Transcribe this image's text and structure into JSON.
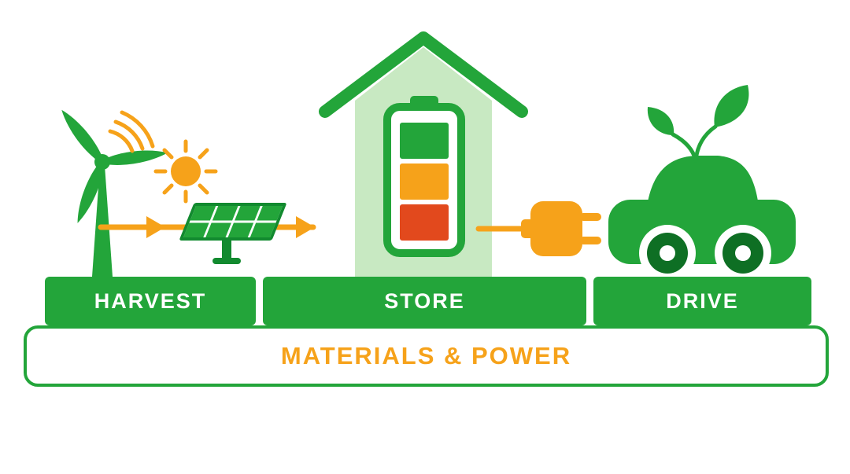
{
  "title": "MATERIALS & POWER",
  "stages": [
    {
      "id": "harvest",
      "label": "HARVEST",
      "icons": [
        "wind-turbine-icon",
        "sun-icon",
        "solar-panel-icon",
        "rotation-arcs-icon"
      ]
    },
    {
      "id": "store",
      "label": "STORE",
      "icons": [
        "house-icon",
        "battery-icon"
      ]
    },
    {
      "id": "drive",
      "label": "DRIVE",
      "icons": [
        "plug-icon",
        "eco-car-icon",
        "leaf-icon"
      ]
    }
  ],
  "flow": {
    "direction": "left-to-right",
    "arrowheads": 2
  },
  "battery": {
    "levels": [
      "green",
      "orange",
      "red"
    ]
  },
  "colors": {
    "green": "#23a53a",
    "dark-green": "#128a2f",
    "pale-green": "#c8e9c2",
    "wheel-green": "#0e6f24",
    "orange": "#f6a21a",
    "red": "#e2491d"
  }
}
